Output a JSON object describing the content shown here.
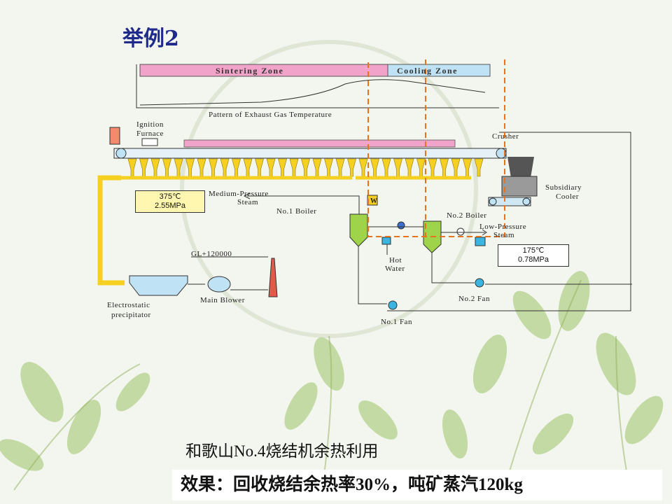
{
  "slide": {
    "title": "举例2",
    "caption": "和歌山No.4烧结机余热利用",
    "effect": "效果：回收烧结余热率30%，吨矿蒸汽120kg"
  },
  "diagram": {
    "zones": {
      "sintering": "Sintering Zone",
      "cooling": "Cooling Zone"
    },
    "pattern_label": "Pattern of Exhaust Gas Temperature",
    "ignition_furnace": [
      "Ignition",
      "Furnace"
    ],
    "crusher": "Crusher",
    "subsidiary_cooler": [
      "Subsidiary",
      "Cooler"
    ],
    "medium_pressure_steam": [
      "Medium-Pressure",
      "Steam"
    ],
    "boiler1": "No.1 Boiler",
    "boiler2": "No.2 Boiler",
    "low_pressure_steam": [
      "Low-Pressure",
      "Steam"
    ],
    "hot_water": [
      "Hot",
      "Water"
    ],
    "condition1": [
      "375℃",
      "2.55MPa"
    ],
    "condition2": [
      "175℃",
      "0.78MPa"
    ],
    "gl": "GL+120000",
    "esp": [
      "Electrostatic",
      "precipitator"
    ],
    "main_blower": "Main Blower",
    "fan1": "No.1 Fan",
    "fan2": "No.2 Fan",
    "w_mark": "W",
    "colors": {
      "title": "#1f2a8c",
      "sintering_bar": "#f2a3c9",
      "cooling_bar": "#bfe3f5",
      "duct": "#f5d021",
      "boiler": "#9ed34a",
      "highlight": "#e8731f"
    }
  }
}
